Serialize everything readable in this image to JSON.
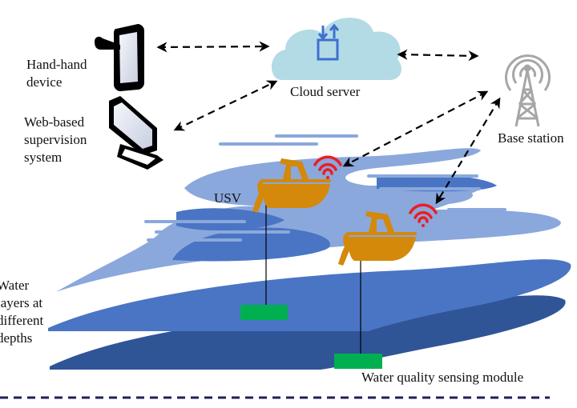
{
  "figure": {
    "labels": {
      "handheld": "Hand-hand\ndevice",
      "web_system": "Web-based\nsupervision\nsystem",
      "cloud": "Cloud server",
      "base_station": "Base station",
      "usv": "USV",
      "water_layers": "Water\nlayers at\ndifferent\ndepths",
      "sensing_module": "Water quality sensing module"
    },
    "icons": {
      "handheld": "tablet-in-hand-icon",
      "web_system": "desktop-monitor-icon",
      "cloud": "cloud-upload-download-icon",
      "base_station": "radio-tower-icon",
      "usv": "boat-icon",
      "signal": "wifi-signal-icon",
      "sensor": "sensor-module-block"
    },
    "links": [
      {
        "from": "Hand-hand device",
        "to": "Cloud server",
        "style": "dashed",
        "direction": "bidirectional"
      },
      {
        "from": "Web-based supervision system",
        "to": "Cloud server",
        "style": "dashed",
        "direction": "bidirectional"
      },
      {
        "from": "Cloud server",
        "to": "Base station",
        "style": "dashed",
        "direction": "bidirectional"
      },
      {
        "from": "Base station",
        "to": "USV 1",
        "style": "dashed",
        "direction": "bidirectional"
      },
      {
        "from": "Base station",
        "to": "USV 2",
        "style": "dashed",
        "direction": "bidirectional"
      }
    ],
    "colors": {
      "cloud": "#b3dbe6",
      "cloud_icon": "#3f6fcf",
      "tower": "#a6a6a6",
      "boat": "#d4890a",
      "signal": "#ee1c25",
      "sensor": "#00b050",
      "layer_top": "#8aa8dc",
      "layer_mid": "#4a75c4",
      "layer_deep": "#2f5597",
      "divider": "#1f1f5c"
    }
  }
}
